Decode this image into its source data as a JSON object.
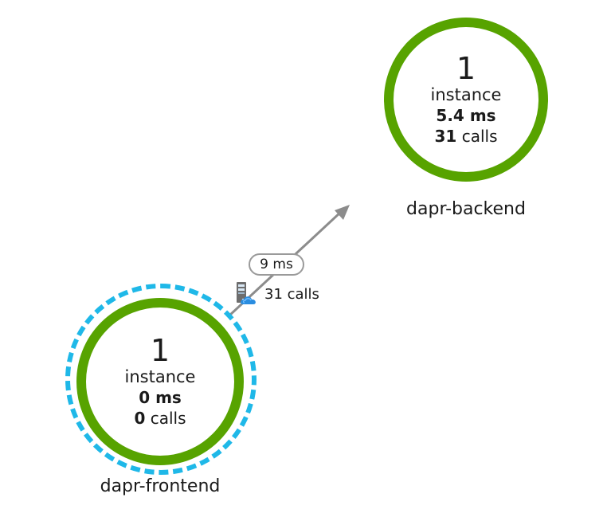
{
  "colors": {
    "node_ring": "#57a300",
    "selection_ring": "#1fb8e8",
    "edge": "#8c8c8c",
    "pill_border": "#9a9a9a"
  },
  "nodes": {
    "frontend": {
      "count": "1",
      "instance_label": "instance",
      "duration": "0 ms",
      "calls_value": "0",
      "calls_label": "calls",
      "name": "dapr-frontend",
      "selected": true
    },
    "backend": {
      "count": "1",
      "instance_label": "instance",
      "duration": "5.4 ms",
      "calls_value": "31",
      "calls_label": "calls",
      "name": "dapr-backend",
      "selected": false
    }
  },
  "edge": {
    "from": "dapr-frontend",
    "to": "dapr-backend",
    "latency": "9 ms",
    "calls": "31 calls",
    "icon": "server-cloud-icon"
  }
}
